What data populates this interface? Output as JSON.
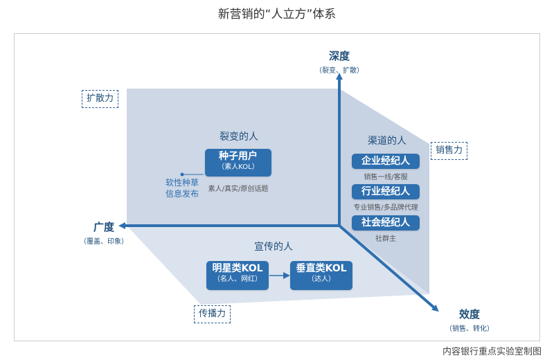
{
  "title": "新营销的“人立方”体系",
  "source": "内容银行重点实验室制图",
  "colors": {
    "accent": "#2e6faf",
    "axis": "#2e6faf",
    "panel": "#cdd7e6",
    "panel_light": "#dfe6f0"
  },
  "axes": {
    "depth": {
      "label": "深度",
      "sub": "（裂变、扩散）"
    },
    "breadth": {
      "label": "广度",
      "sub": "（覆盖、印象）"
    },
    "efficiency": {
      "label": "效度",
      "sub": "（销售、转化）"
    }
  },
  "powers": {
    "spread": "扩散力",
    "sales": "销售力",
    "broadcast": "传播力"
  },
  "groups": {
    "fission": {
      "title": "裂变的人",
      "seed": {
        "label": "种子用户",
        "sub": "（素人KOL）"
      },
      "caption": "素人/真实/原创话题",
      "side_line1": "软性种草",
      "side_line2": "信息发布"
    },
    "channel": {
      "title": "渠道的人",
      "items": [
        {
          "label": "企业经纪人",
          "caption": "销售一线/客服"
        },
        {
          "label": "行业经纪人",
          "caption": "专业销售/多品牌代理"
        },
        {
          "label": "社会经纪人",
          "caption": "社群主"
        }
      ]
    },
    "promo": {
      "title": "宣传的人",
      "star": {
        "label": "明星类KOL",
        "sub": "（名人、网红）"
      },
      "vertical": {
        "label": "垂直类KOL",
        "sub": "（达人）"
      }
    }
  }
}
